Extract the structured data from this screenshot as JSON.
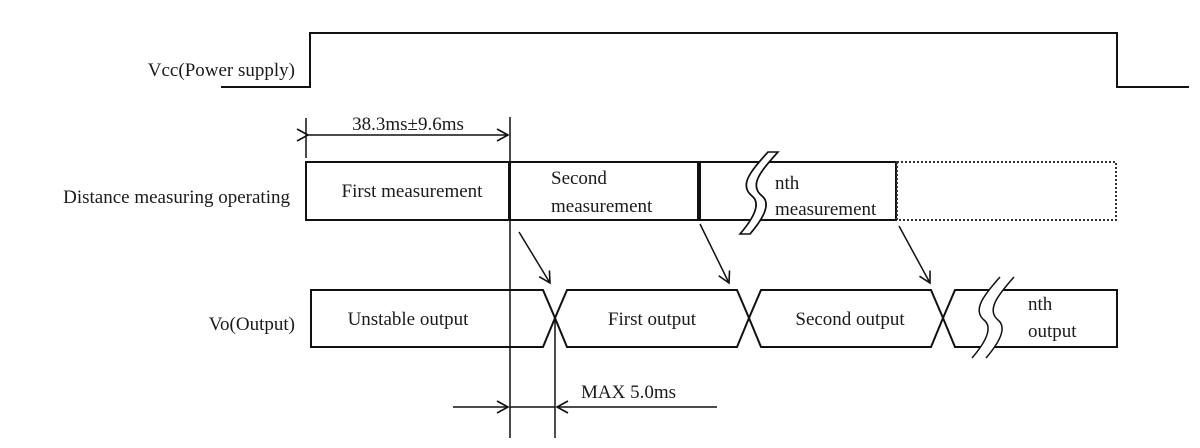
{
  "signals": {
    "vcc": "Vcc(Power supply)",
    "measuring": "Distance measuring operating",
    "vo": "Vo(Output)"
  },
  "measurements": {
    "first": "First measurement",
    "second_line1": "Second",
    "second_line2": "measurement",
    "nth_line1": "nth",
    "nth_line2": "measurement"
  },
  "outputs": {
    "unstable": "Unstable output",
    "first": "First output",
    "second": "Second output",
    "nth_line1": "nth",
    "nth_line2": "output"
  },
  "annotations": {
    "period": "38.3ms±9.6ms",
    "delay": "MAX 5.0ms"
  }
}
